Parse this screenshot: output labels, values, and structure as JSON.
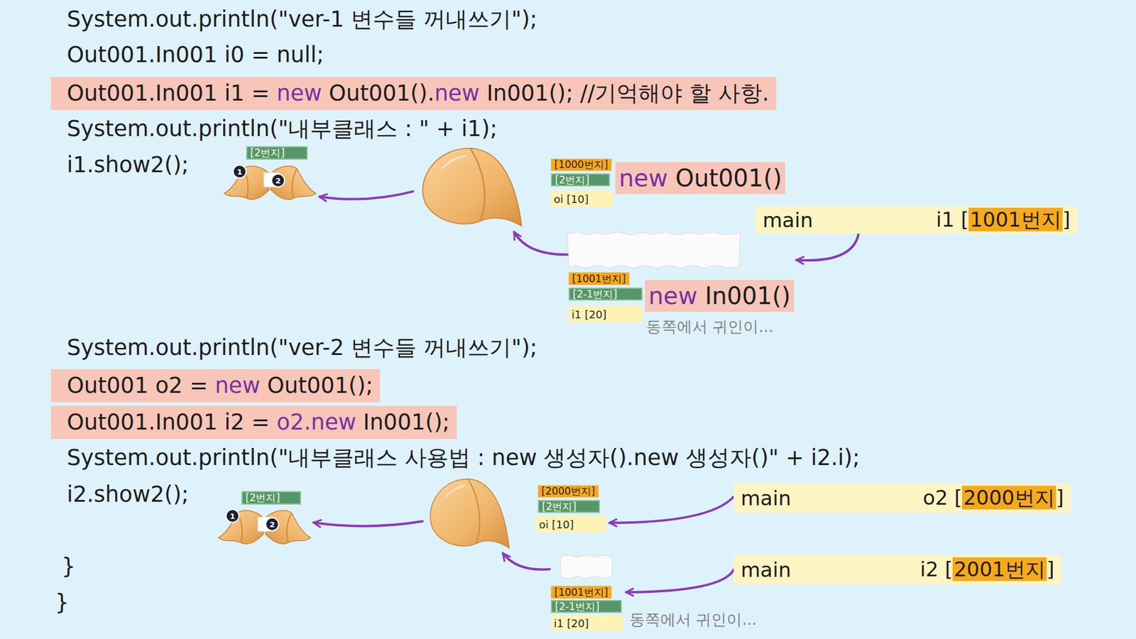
{
  "diagram": {
    "nodes": [
      {
        "text": [
          "[2번지]"
        ]
      },
      {
        "text": [
          "1"
        ],
        "in": 0
      },
      {
        "text": [
          "2"
        ],
        "in": 0
      },
      {
        "text": [
          "[1000번지]",
          "[2번지]",
          "oi [10]",
          "new Out001()"
        ]
      },
      {
        "text": [
          "main",
          "i1 [1001번지]"
        ]
      },
      {
        "text": [
          "[1001번지]",
          "[2-1번지]",
          "i1 [20]",
          "new In001()"
        ]
      },
      {
        "text": [
          "[2번지]"
        ]
      },
      {
        "text": [
          "1"
        ],
        "in": 6
      },
      {
        "text": [
          "2"
        ],
        "in": 6
      },
      {
        "text": [
          "[2000번지]",
          "[2번지]",
          "oi [10]"
        ]
      },
      {
        "text": [
          "main",
          "o2 [2000번지]"
        ]
      },
      {
        "text": [
          "main",
          "i2 [2001번지]"
        ]
      },
      {
        "text": [
          "[1001번지]",
          "[2-1번지]",
          "i1 [20]"
        ]
      }
    ],
    "edges": [
      {
        "from": 3,
        "to": 0,
        "arrow": "to"
      },
      {
        "from": 5,
        "to": 3,
        "arrow": "to"
      },
      {
        "from": 4,
        "to": 5,
        "arrow": "to"
      },
      {
        "from": 9,
        "to": 6,
        "arrow": "to"
      },
      {
        "from": 12,
        "to": 9,
        "arrow": "to"
      },
      {
        "from": 10,
        "to": 9,
        "arrow": "to"
      },
      {
        "from": 11,
        "to": 12,
        "arrow": "to"
      }
    ],
    "labels": [
      "System.out.println(\"ver-1 변수들 꺼내쓰기\");",
      "Out001.In001 i0 = null;",
      "Out001.In001 i1 = new Out001().new In001(); //기억해야 할 사항.",
      "System.out.println(\"내부클래스 : \" + i1);",
      "i1.show2();",
      "동쪽에서 귀인이...",
      "System.out.println(\"ver-2 변수들 꺼내쓰기\");",
      "Out001 o2 = new Out001();",
      "Out001.In001 i2 = o2.new In001();",
      "System.out.println(\"내부클래스 사용법 : new 생성자().new 생성자()\" + i2.i);",
      "i2.show2();",
      "동쪽에서 귀인이...",
      "}",
      "}"
    ]
  }
}
